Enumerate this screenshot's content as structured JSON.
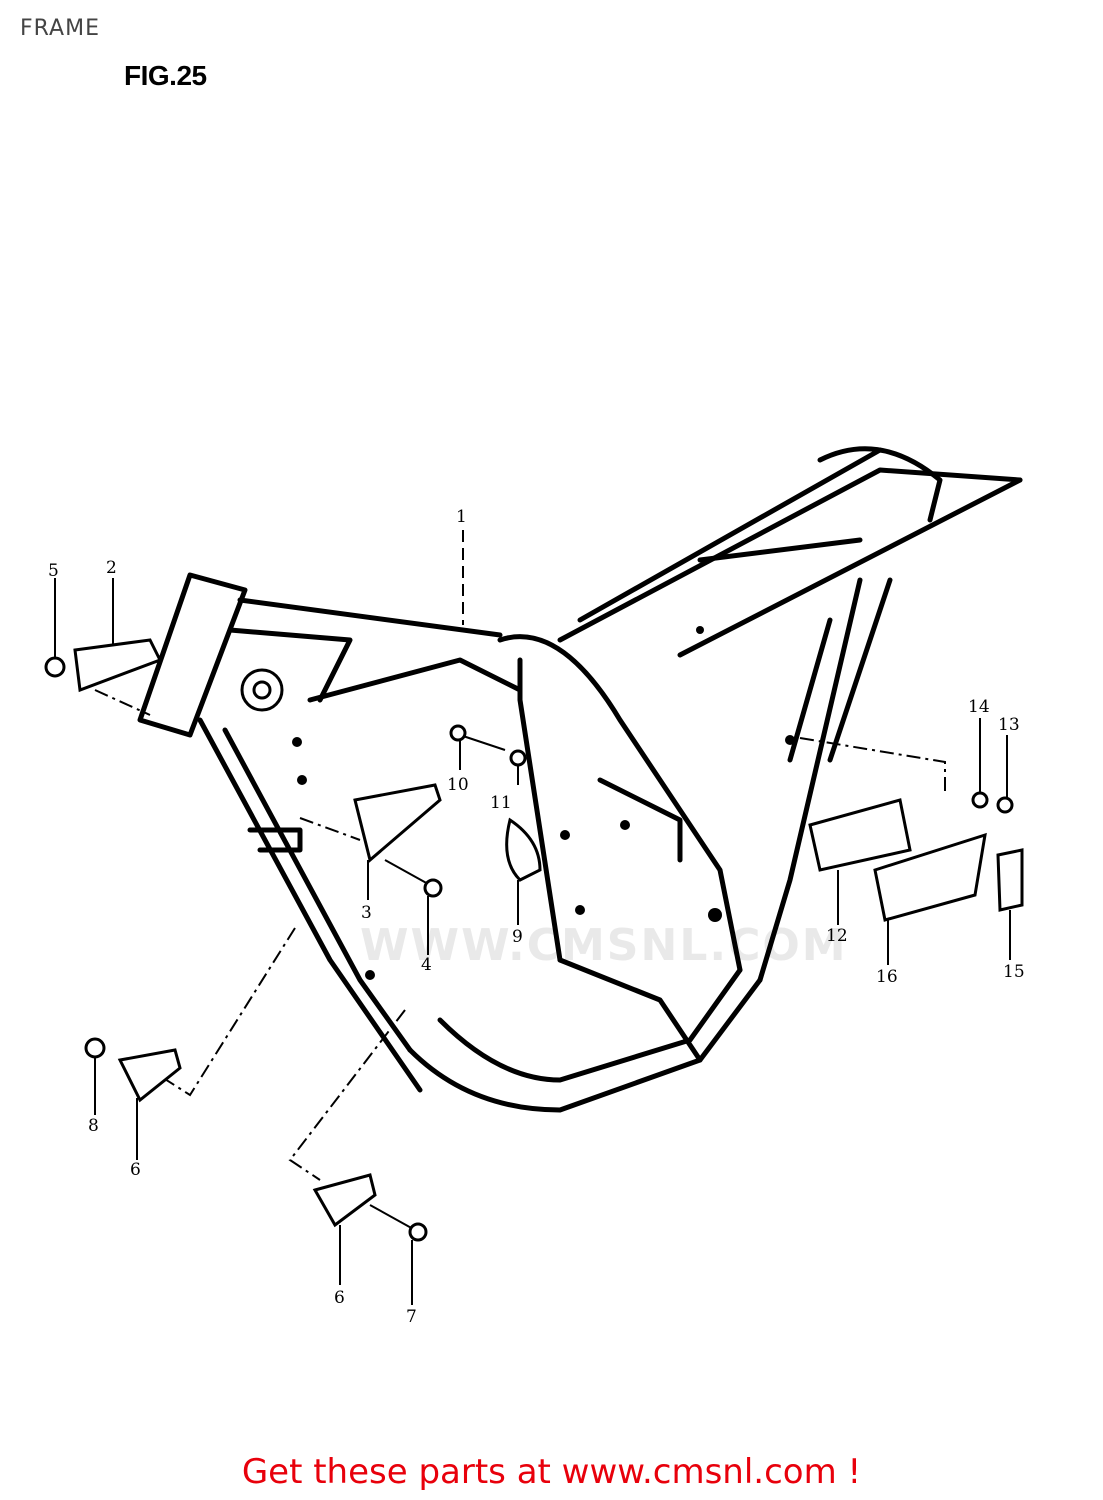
{
  "header": {
    "title": "FRAME"
  },
  "figure": {
    "label": "FIG.25"
  },
  "watermark": {
    "text": "WWW.CMSNL.COM"
  },
  "callouts": [
    "1",
    "2",
    "3",
    "4",
    "5",
    "6",
    "6",
    "7",
    "8",
    "9",
    "10",
    "11",
    "12",
    "13",
    "14",
    "15",
    "16"
  ],
  "footer": {
    "link_text": "Get these parts at www.cmsnl.com !"
  }
}
